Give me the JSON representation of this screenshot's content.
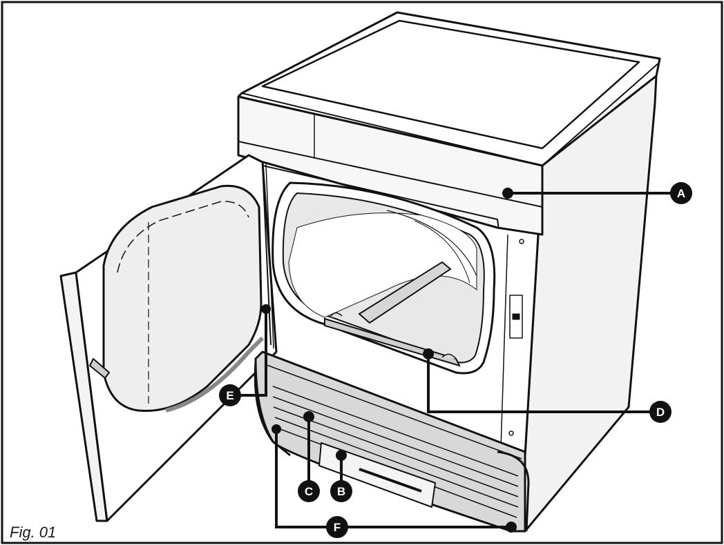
{
  "figure": {
    "caption": "Fig. 01",
    "colors": {
      "line": "#111111",
      "body": "#ffffff",
      "shade_light": "#e4e4e4",
      "shade_mid": "#c9c9c9",
      "shade_dark": "#9a9a9a",
      "callout_fill": "#111111",
      "callout_text": "#ffffff"
    }
  },
  "callouts": [
    {
      "id": "A",
      "label": "A"
    },
    {
      "id": "B",
      "label": "B"
    },
    {
      "id": "C",
      "label": "C"
    },
    {
      "id": "D",
      "label": "D"
    },
    {
      "id": "E",
      "label": "E"
    },
    {
      "id": "F",
      "label": "F"
    }
  ]
}
